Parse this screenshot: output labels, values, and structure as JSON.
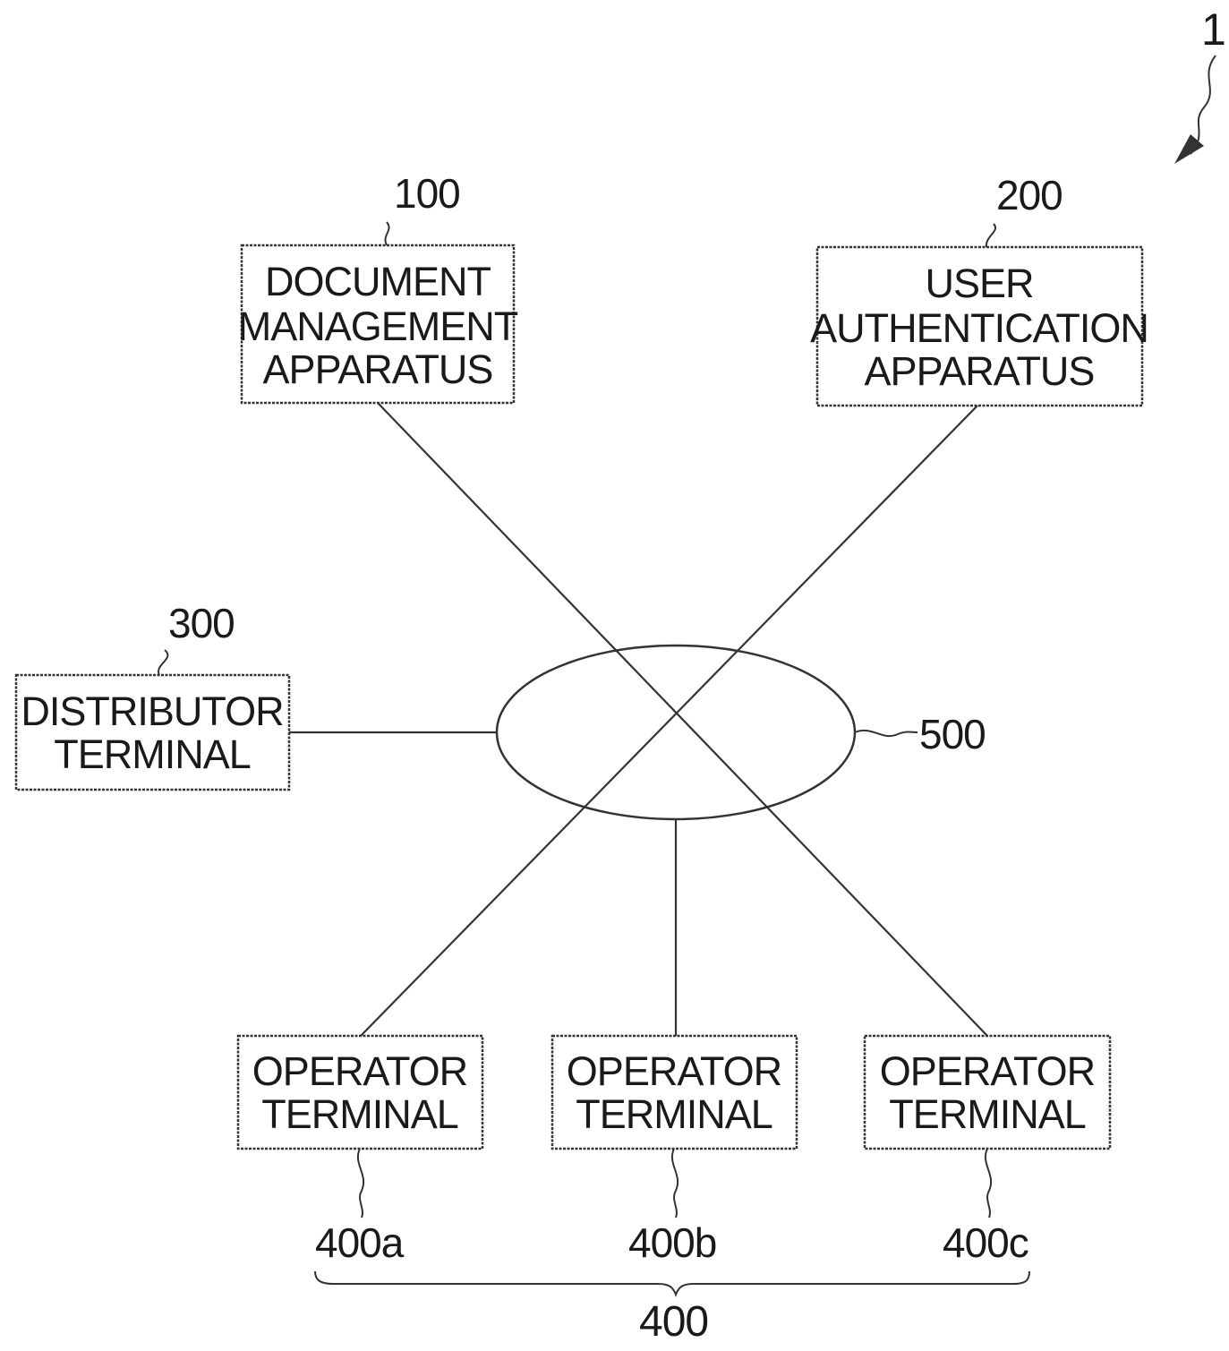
{
  "figure_ref": "1",
  "network": {
    "ref": "500"
  },
  "nodes": {
    "document_management": {
      "ref": "100",
      "lines": [
        "DOCUMENT",
        "MANAGEMENT",
        "APPARATUS"
      ]
    },
    "user_authentication": {
      "ref": "200",
      "lines": [
        "USER",
        "AUTHENTICATION",
        "APPARATUS"
      ]
    },
    "distributor_terminal": {
      "ref": "300",
      "lines": [
        "DISTRIBUTOR",
        "TERMINAL"
      ]
    },
    "operator_terminal_a": {
      "ref": "400a",
      "lines": [
        "OPERATOR",
        "TERMINAL"
      ]
    },
    "operator_terminal_b": {
      "ref": "400b",
      "lines": [
        "OPERATOR",
        "TERMINAL"
      ]
    },
    "operator_terminal_c": {
      "ref": "400c",
      "lines": [
        "OPERATOR",
        "TERMINAL"
      ]
    }
  },
  "operator_group": {
    "ref": "400"
  }
}
